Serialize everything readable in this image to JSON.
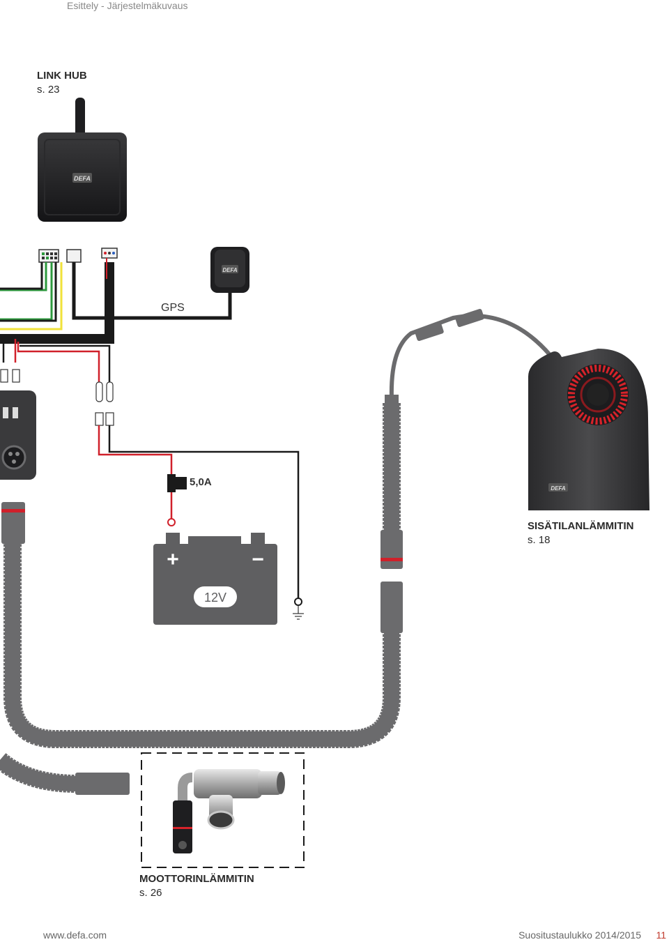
{
  "header": {
    "section_title": "Esittely - Järjestelmäkuvaus"
  },
  "components": {
    "link_hub": {
      "title": "LINK HUB",
      "page_ref": "s. 23",
      "logo_text": "DEFA"
    },
    "gps": {
      "label": "GPS",
      "logo_text": "DEFA"
    },
    "fuse": {
      "label": "5,0A"
    },
    "battery": {
      "voltage": "12V",
      "plus": "+",
      "minus": "−"
    },
    "interior_heater": {
      "title": "SISÄTILANLÄMMITIN",
      "page_ref": "s. 18",
      "logo_text": "DEFA"
    },
    "engine_heater": {
      "title": "MOOTTORINLÄMMITIN",
      "page_ref": "s. 26"
    }
  },
  "footer": {
    "website": "www.defa.com",
    "publication": "Suositustaulukko 2014/2015",
    "page_number": "11"
  },
  "colors": {
    "cable_gray": "#6b6b6d",
    "wire_red": "#d0202a",
    "wire_black": "#1a1a1a",
    "wire_green": "#2e9a3e",
    "wire_yellow": "#f0e23a",
    "heater_red": "#d8232a"
  }
}
